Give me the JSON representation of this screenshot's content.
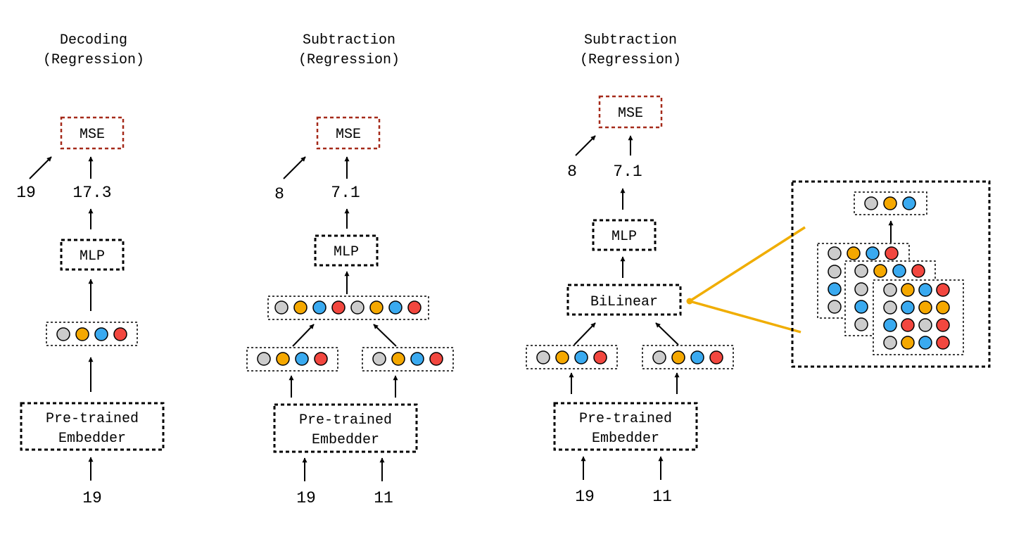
{
  "colors": {
    "gray": "#cccccc",
    "orange": "#f5a800",
    "blue": "#3aaaf0",
    "red": "#f2473f",
    "loss_border": "#a52a1a",
    "zoom_line": "#f0ad00"
  },
  "panel1": {
    "title_line1": "Decoding",
    "title_line2": "(Regression)",
    "loss": "MSE",
    "target": "19",
    "prediction": "17.3",
    "head": "MLP",
    "embedder_line1": "Pre-trained",
    "embedder_line2": "Embedder",
    "input": "19",
    "embedding": [
      "gray",
      "orange",
      "blue",
      "red"
    ]
  },
  "panel2": {
    "title_line1": "Subtraction",
    "title_line2": "(Regression)",
    "loss": "MSE",
    "target": "8",
    "prediction": "7.1",
    "head": "MLP",
    "embedder_line1": "Pre-trained",
    "embedder_line2": "Embedder",
    "input_a": "19",
    "input_b": "11",
    "embedding_a": [
      "gray",
      "orange",
      "blue",
      "red"
    ],
    "embedding_b": [
      "gray",
      "orange",
      "blue",
      "red"
    ],
    "concat": [
      "gray",
      "orange",
      "blue",
      "red",
      "gray",
      "orange",
      "blue",
      "red"
    ]
  },
  "panel3": {
    "title_line1": "Subtraction",
    "title_line2": "(Regression)",
    "loss": "MSE",
    "target": "8",
    "prediction": "7.1",
    "head": "MLP",
    "combiner": "BiLinear",
    "embedder_line1": "Pre-trained",
    "embedder_line2": "Embedder",
    "input_a": "19",
    "input_b": "11",
    "embedding_a": [
      "gray",
      "orange",
      "blue",
      "red"
    ],
    "embedding_b": [
      "gray",
      "orange",
      "blue",
      "red"
    ]
  },
  "zoom": {
    "output": [
      "gray",
      "orange",
      "blue"
    ],
    "matrix_back": [
      "gray",
      "orange",
      "blue",
      "red",
      "gray",
      "gray",
      "blue",
      "gray"
    ],
    "matrix_mid": [
      "gray",
      "orange",
      "blue",
      "red",
      "gray",
      "gray",
      "blue",
      "gray"
    ],
    "matrix_front": [
      [
        "gray",
        "orange",
        "blue",
        "red"
      ],
      [
        "gray",
        "blue",
        "orange",
        "orange"
      ],
      [
        "blue",
        "red",
        "gray",
        "red"
      ],
      [
        "gray",
        "orange",
        "blue",
        "red"
      ]
    ]
  }
}
